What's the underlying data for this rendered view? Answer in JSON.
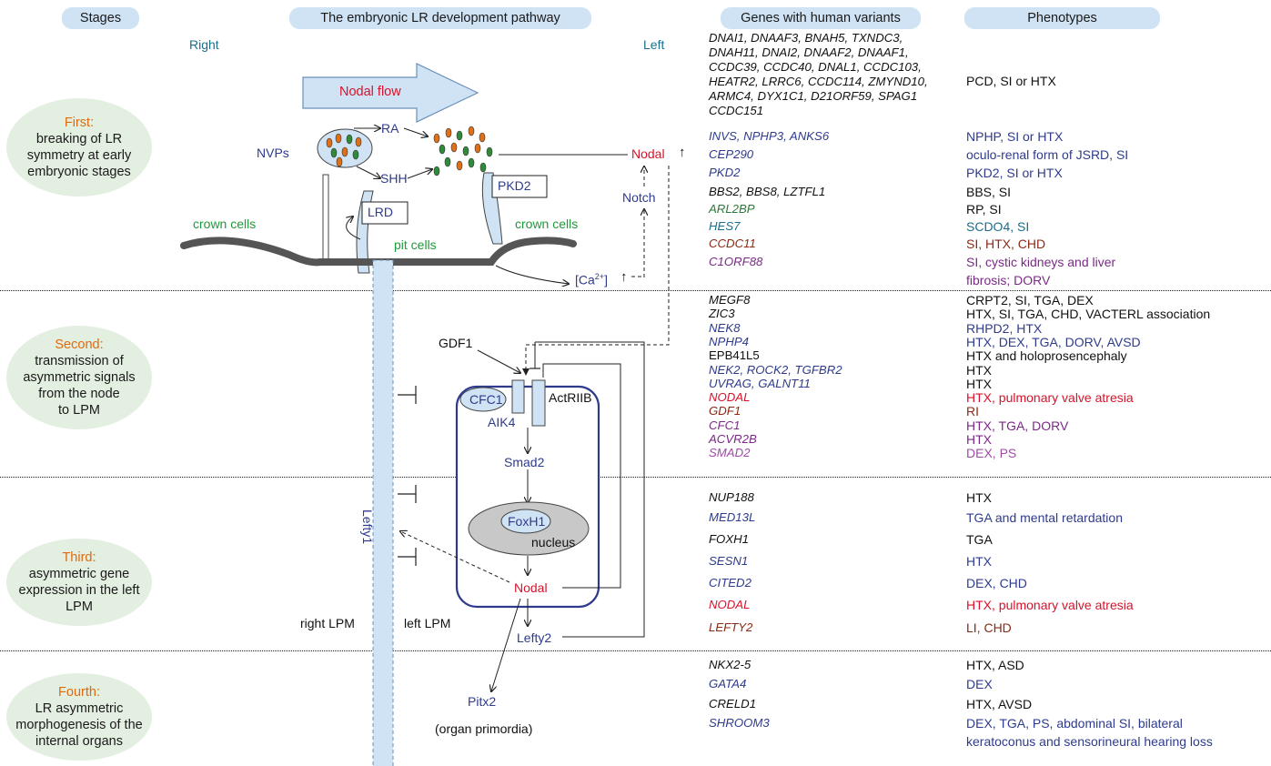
{
  "headers": {
    "stages": "Stages",
    "pathway": "The embryonic LR development pathway",
    "genes": "Genes with human variants",
    "phenotypes": "Phenotypes"
  },
  "stages": [
    {
      "title": "First:",
      "lines": [
        "breaking of LR",
        "symmetry at early",
        "embryonic stages"
      ]
    },
    {
      "title": "Second:",
      "lines": [
        "transmission  of",
        "asymmetric signals",
        "from the node",
        "to LPM"
      ]
    },
    {
      "title": "Third:",
      "lines": [
        "asymmetric gene",
        "expression in the left",
        "LPM"
      ]
    },
    {
      "title": "Fourth:",
      "lines": [
        "LR asymmetric",
        "morphogenesis of the",
        "internal organs"
      ]
    }
  ],
  "pathway": {
    "right": "Right",
    "left": "Left",
    "nodal_flow": "Nodal flow",
    "nvps": "NVPs",
    "ra": "RA",
    "shh": "SHH",
    "nodal_top": "Nodal",
    "up_arrow": "↑",
    "pkd2": "PKD2",
    "notch": "Notch",
    "lrd": "LRD",
    "crown_cells_left": "crown cells",
    "crown_cells_right": "crown cells",
    "pit_cells": "pit cells",
    "ca_label": "[Ca",
    "ca_sup": "2+",
    "ca_close": "]",
    "gdf1": "GDF1",
    "cfc1": "CFC1",
    "aik4": "AIK4",
    "actriib": "ActRIIB",
    "smad2": "Smad2",
    "foxh1": "FoxH1",
    "nucleus": "nucleus",
    "nodal_cell": "Nodal",
    "lefty1": "Lefty1",
    "lefty2": "Lefty2",
    "right_lpm": "right LPM",
    "left_lpm": "left LPM",
    "pitx2": "Pitx2",
    "organ_primordia": "(organ primordia)"
  },
  "colors": {
    "blue_text": "#2e3b8c",
    "red_text": "#d8122a",
    "green_text": "#1f9a3a",
    "orange_text": "#e06a10",
    "pill": "#cfe3f5",
    "stage_bg": "#e3efe0",
    "dark_brown": "#8a2a14",
    "purple": "#7a2a86",
    "teal": "#1a6f8c"
  },
  "first_stage_genes": {
    "genes1": [
      "DNAI1, DNAAF3,  BNAH5, TXNDC3,",
      "DNAH11, DNAI2, DNAAF2, DNAAF1,",
      "CCDC39, CCDC40, DNAL1, CCDC103,",
      "HEATR2, LRRC6, CCDC114, ZMYND10,",
      "ARMC4, DYX1C1, D21ORF59, SPAG1",
      "CCDC151"
    ],
    "pheno1": "PCD, SI or HTX",
    "rows": [
      {
        "gene": "INVS, NPHP3, ANKS6",
        "pheno": "NPHP, SI or HTX",
        "color": "#2e3b8c"
      },
      {
        "gene": "CEP290",
        "pheno": "oculo-renal form of JSRD, SI",
        "color": "#2e3b8c"
      },
      {
        "gene": "PKD2",
        "pheno": "PKD2, SI or HTX",
        "color": "#2e3b8c"
      },
      {
        "gene": "BBS2, BBS8, LZTFL1",
        "pheno": "BBS, SI",
        "color": "#111111"
      },
      {
        "gene": "ARL2BP",
        "pheno": "RP, SI",
        "color": "#2f7a3a",
        "pcolor": "#111111"
      },
      {
        "gene": "HES7",
        "pheno": "SCDO4, SI",
        "color": "#1a6f8c"
      },
      {
        "gene": "CCDC11",
        "pheno": "SI, HTX, CHD",
        "color": "#8a2a14"
      },
      {
        "gene": "C1ORF88",
        "pheno": "SI, cystic kidneys and liver",
        "color": "#7a2a86"
      },
      {
        "gene": "",
        "pheno": "fibrosis; DORV",
        "color": "#7a2a86"
      }
    ]
  },
  "second_stage_genes": [
    {
      "gene": "MEGF8",
      "pheno": "CRPT2, SI, TGA, DEX",
      "color": "#111111"
    },
    {
      "gene": "ZIC3",
      "pheno": "HTX, SI, TGA, CHD, VACTERL association",
      "color": "#111111"
    },
    {
      "gene": "NEK8",
      "pheno": "RHPD2, HTX",
      "color": "#2e3b8c"
    },
    {
      "gene": "NPHP4",
      "pheno": "HTX, DEX, TGA, DORV, AVSD",
      "color": "#2e3b8c"
    },
    {
      "gene": "EPB41L5",
      "pheno": "HTX and holoprosencephaly",
      "color": "#111111",
      "upright": true
    },
    {
      "gene": "NEK2, ROCK2, TGFBR2",
      "pheno": "HTX",
      "color": "#2e3b8c",
      "pcolor": "#111111"
    },
    {
      "gene": "UVRAG, GALNT11",
      "pheno": "HTX",
      "color": "#2e3b8c",
      "pcolor": "#111111"
    },
    {
      "gene": "NODAL",
      "pheno": "HTX, pulmonary valve atresia",
      "color": "#d8122a"
    },
    {
      "gene": "GDF1",
      "pheno": "RI",
      "color": "#8a2a14"
    },
    {
      "gene": "CFC1",
      "pheno": "HTX, TGA, DORV",
      "color": "#7a2a86"
    },
    {
      "gene": "ACVR2B",
      "pheno": "HTX",
      "color": "#7a2a86"
    },
    {
      "gene": "SMAD2",
      "pheno": "DEX, PS",
      "color": "#a24aa8"
    }
  ],
  "third_stage_genes": [
    {
      "gene": "NUP188",
      "pheno": "HTX",
      "color": "#111111"
    },
    {
      "gene": "MED13L",
      "pheno": "TGA and mental retardation",
      "color": "#2e3b8c"
    },
    {
      "gene": "FOXH1",
      "pheno": "TGA",
      "color": "#111111"
    },
    {
      "gene": "SESN1",
      "pheno": "HTX",
      "color": "#2e3b8c"
    },
    {
      "gene": "CITED2",
      "pheno": "DEX, CHD",
      "color": "#2e3b8c"
    },
    {
      "gene": "NODAL",
      "pheno": "HTX, pulmonary valve atresia",
      "color": "#d8122a"
    },
    {
      "gene": "LEFTY2",
      "pheno": "LI, CHD",
      "color": "#8a2a14"
    }
  ],
  "fourth_stage_genes": [
    {
      "gene": "NKX2-5",
      "pheno": "HTX, ASD",
      "color": "#111111"
    },
    {
      "gene": "GATA4",
      "pheno": "DEX",
      "color": "#2e3b8c"
    },
    {
      "gene": "CRELD1",
      "pheno": "HTX, AVSD",
      "color": "#111111"
    },
    {
      "gene": "SHROOM3",
      "pheno": "DEX, TGA, PS, abdominal SI, bilateral",
      "color": "#2e3b8c"
    },
    {
      "gene": "",
      "pheno": "keratoconus and sensorineural hearing loss",
      "color": "#2e3b8c"
    }
  ]
}
